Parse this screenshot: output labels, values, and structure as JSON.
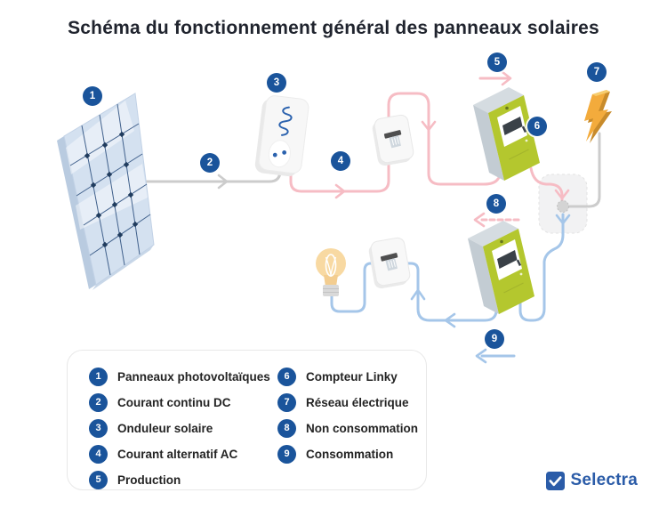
{
  "title": "Schéma du fonctionnement général des panneaux solaires",
  "diagram": {
    "badges": [
      "1",
      "2",
      "3",
      "4",
      "5",
      "6",
      "7",
      "8",
      "9"
    ],
    "icons": [
      "solar-panel",
      "inverter",
      "ac-breaker-socket",
      "linky-meter",
      "power-grid-bolt",
      "junction-node",
      "light-bulb"
    ]
  },
  "legend": {
    "items": [
      {
        "num": "1",
        "label": "Panneaux photovoltaïques"
      },
      {
        "num": "2",
        "label": "Courant continu DC"
      },
      {
        "num": "3",
        "label": "Onduleur solaire"
      },
      {
        "num": "4",
        "label": "Courant alternatif AC"
      },
      {
        "num": "5",
        "label": "Production"
      },
      {
        "num": "6",
        "label": "Compteur Linky"
      },
      {
        "num": "7",
        "label": "Réseau électrique"
      },
      {
        "num": "8",
        "label": "Non consommation"
      },
      {
        "num": "9",
        "label": "Consommation"
      }
    ]
  },
  "footer": {
    "brand": "Selectra"
  },
  "colors": {
    "badge_blue": "#1A549B",
    "meter_green": "#B4C72E",
    "wire_pink": "#F6BCC4",
    "wire_blue": "#A5C6E9",
    "wire_gray": "#CCCCCC",
    "bolt_orange": "#F3AB3C",
    "bulb_amber": "#F8D9A2",
    "panel_blue": "#D4E1F0"
  }
}
